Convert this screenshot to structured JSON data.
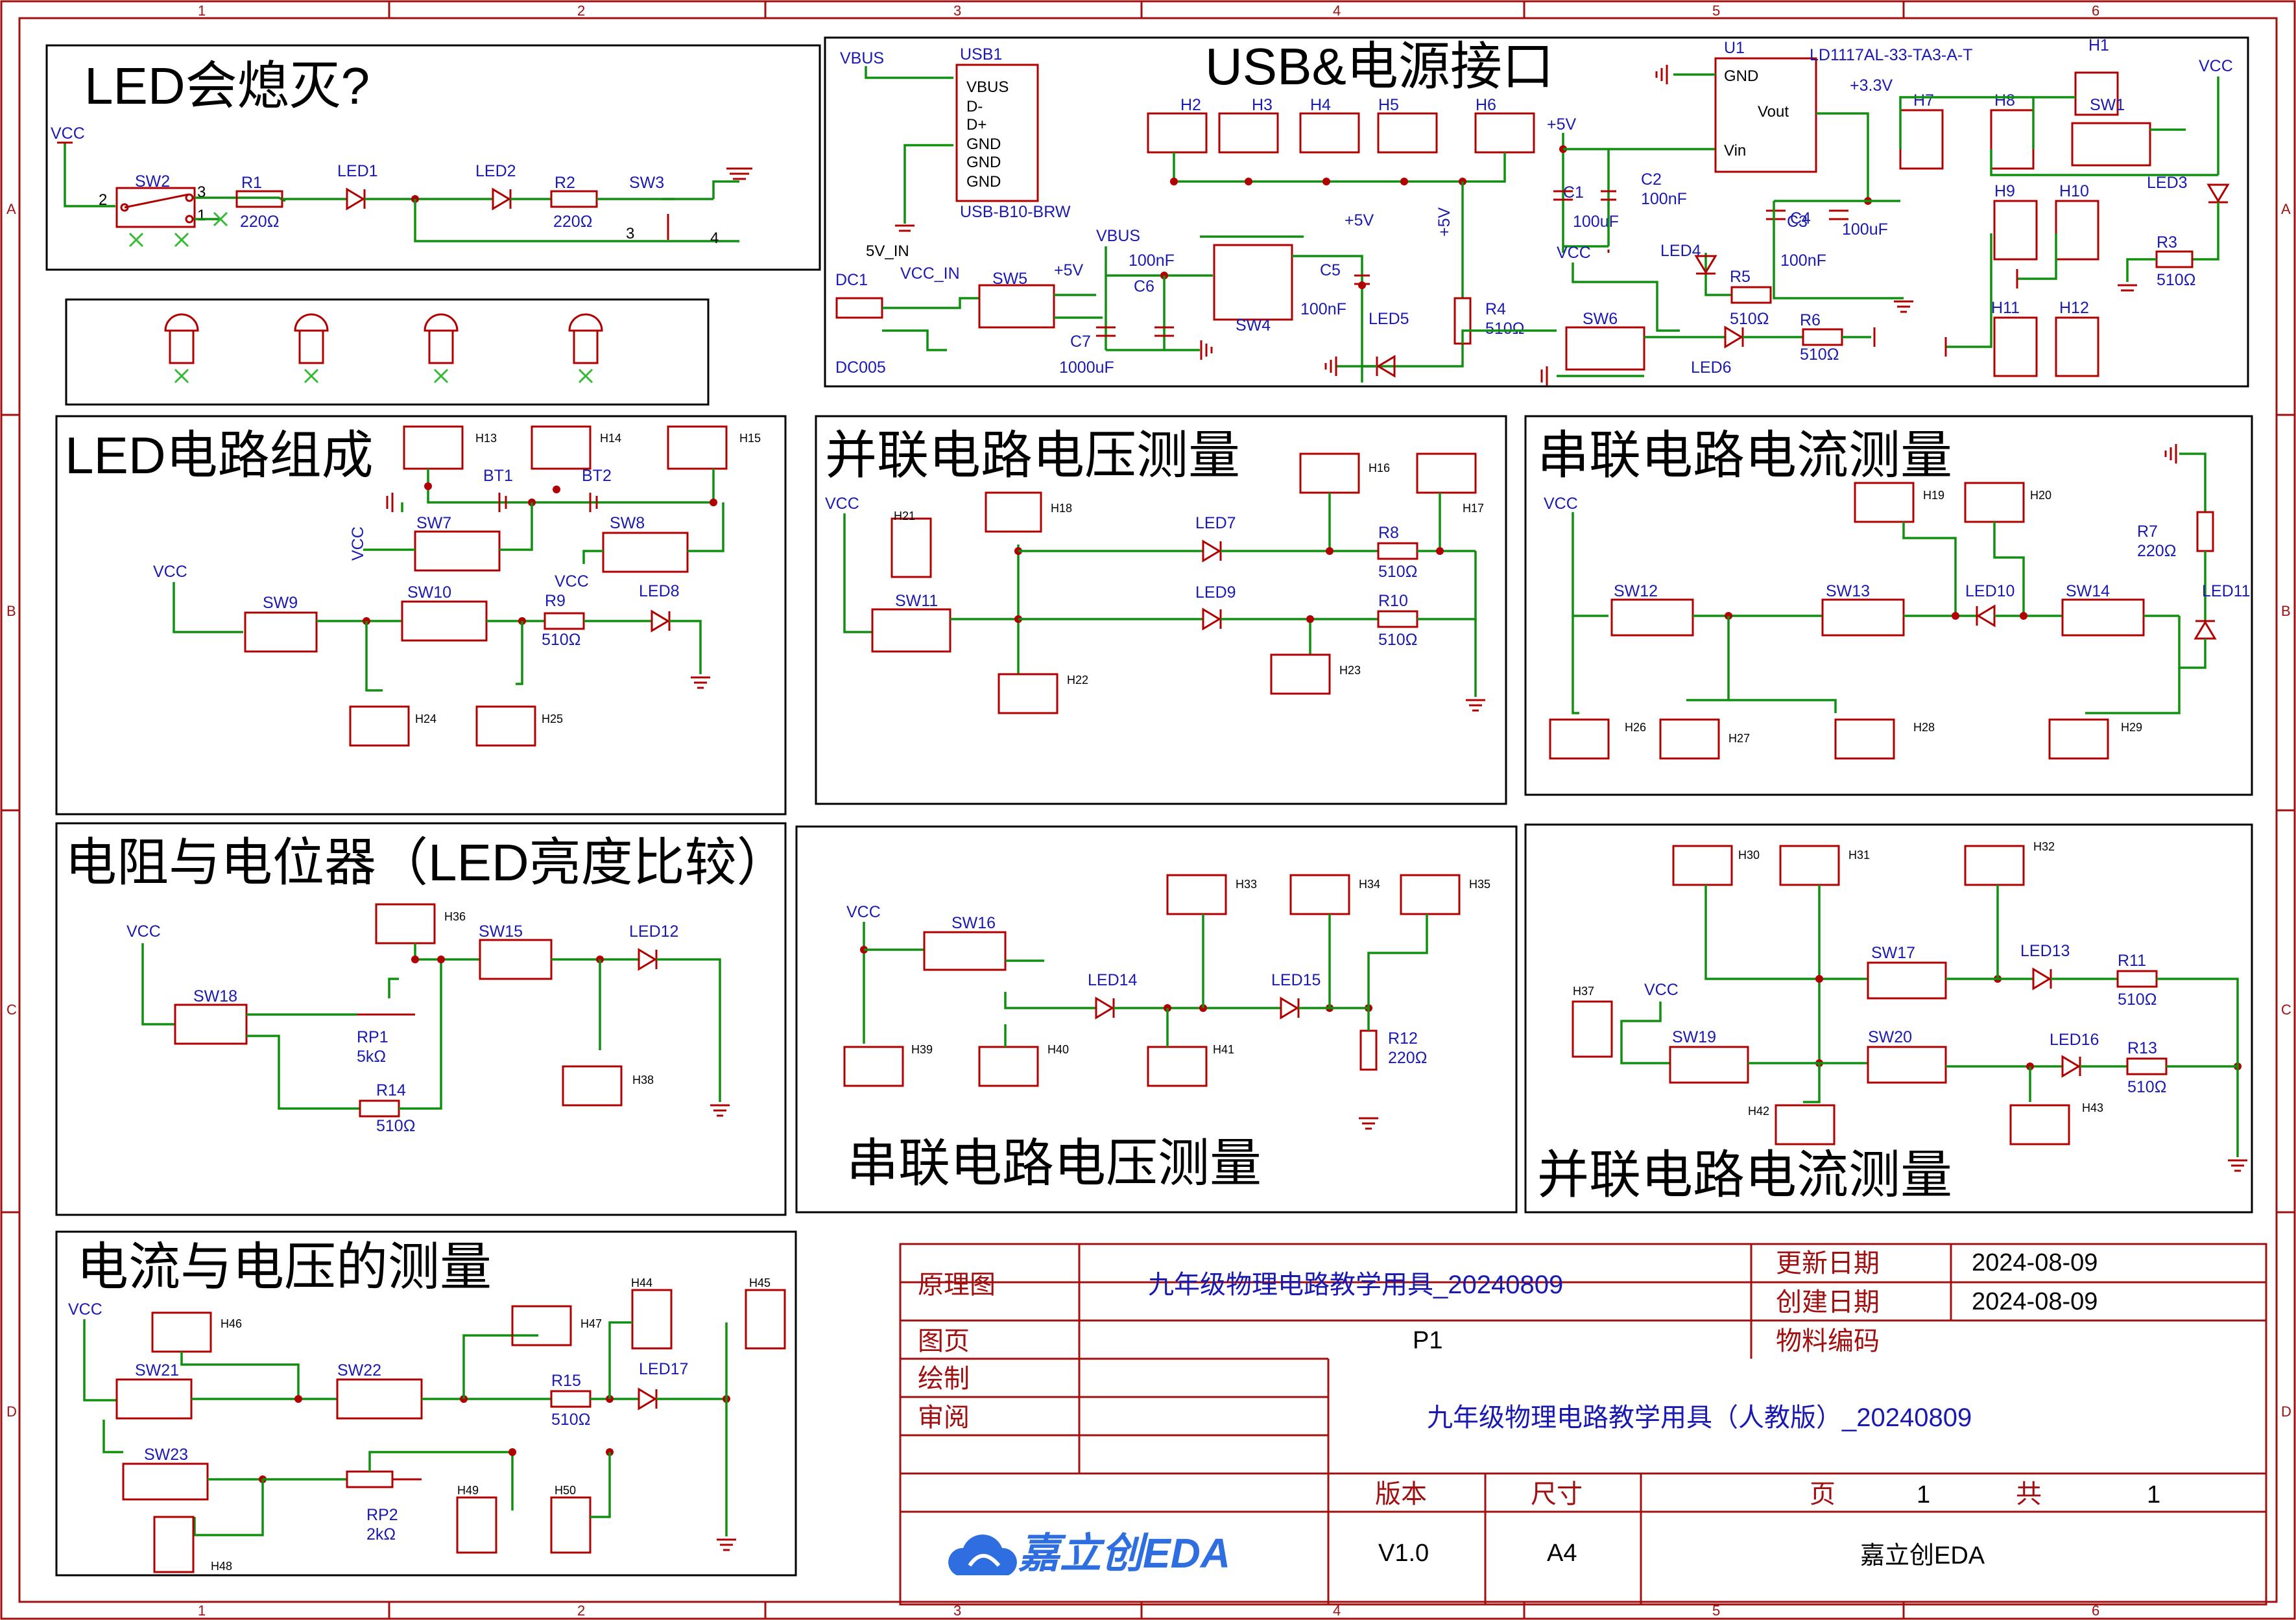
{
  "frame": {
    "cols": [
      "1",
      "2",
      "3",
      "4",
      "5",
      "6"
    ],
    "rows": [
      "A",
      "B",
      "C",
      "D"
    ]
  },
  "blocks": {
    "led_off": {
      "title": "LED会熄灭?"
    },
    "usb": {
      "title": "USB&电源接口"
    },
    "led_circuit": {
      "title": "LED电路组成"
    },
    "parallel_voltage": {
      "title": "并联电路电压测量"
    },
    "series_current": {
      "title": "串联电路电流测量"
    },
    "resistor_pot": {
      "title": "电阻与电位器（LED亮度比较）"
    },
    "series_voltage": {
      "title": "串联电路电压测量"
    },
    "parallel_current": {
      "title": "并联电路电流测量"
    },
    "current_voltage": {
      "title": "电流与电压的测量"
    }
  },
  "labels": {
    "vcc": "VCC",
    "vbus": "VBUS",
    "p5v": "+5V",
    "p3v3": "+3.3V",
    "5v_in": "5V_IN",
    "vcc_in": "VCC_IN",
    "sw2": "SW2",
    "r1": "R1",
    "r1v": "220Ω",
    "led1": "LED1",
    "led2": "LED2",
    "r2": "R2",
    "r2v": "220Ω",
    "sw3": "SW3",
    "usb1": "USB1",
    "usb_vbus": "VBUS",
    "usb_dm": "D-",
    "usb_dp": "D+",
    "usb_gnd": "GND",
    "usb_part": "USB-B10-BRW",
    "dc1": "DC1",
    "dc005": "DC005",
    "sw5": "SW5",
    "c7": "C7",
    "c7v": "1000uF",
    "c6": "C6",
    "c6v": "100nF",
    "sw4": "SW4",
    "c5": "C5",
    "c5v": "100nF",
    "led5": "LED5",
    "r4": "R4",
    "r4v": "510Ω",
    "h2": "H2",
    "h3": "H3",
    "h4": "H4",
    "h5": "H5",
    "h6": "H6",
    "u1": "U1",
    "u1_gnd": "GND",
    "u1_vout": "Vout",
    "u1_vin": "Vin",
    "u1_part": "LD1117AL-33-TA3-A-T",
    "c1": "C1",
    "c1v": "100uF",
    "c2": "C2",
    "c2v": "100nF",
    "c3": "C3",
    "c3v": "100nF",
    "c4": "C4",
    "c4v": "100uF",
    "led4": "LED4",
    "r5": "R5",
    "r5v": "510Ω",
    "sw6": "SW6",
    "led6": "LED6",
    "r6": "R6",
    "r6v": "510Ω",
    "h1": "H1",
    "h7": "H7",
    "h8": "H8",
    "sw1": "SW1",
    "led3": "LED3",
    "r3": "R3",
    "r3v": "510Ω",
    "h9": "H9",
    "h10": "H10",
    "h11": "H11",
    "h12": "H12",
    "h13": "H13",
    "h14": "H14",
    "h15": "H15",
    "bt1": "BT1",
    "bt2": "BT2",
    "sw7": "SW7",
    "sw8": "SW8",
    "sw9": "SW9",
    "sw10": "SW10",
    "r9": "R9",
    "r9v": "510Ω",
    "led8": "LED8",
    "h24": "H24",
    "h25": "H25",
    "h16": "H16",
    "h17": "H17",
    "h18": "H18",
    "h21": "H21",
    "sw11": "SW11",
    "led7": "LED7",
    "led9": "LED9",
    "r8": "R8",
    "r8v": "510Ω",
    "r10": "R10",
    "r10v": "510Ω",
    "h22": "H22",
    "h23": "H23",
    "h19": "H19",
    "h20": "H20",
    "sw12": "SW12",
    "sw13": "SW13",
    "led10": "LED10",
    "sw14": "SW14",
    "led11": "LED11",
    "r7": "R7",
    "r7v": "220Ω",
    "h26": "H26",
    "h27": "H27",
    "h28": "H28",
    "h29": "H29",
    "h36": "H36",
    "sw15": "SW15",
    "led12": "LED12",
    "sw18": "SW18",
    "rp1": "RP1",
    "rp1v": "5kΩ",
    "r14": "R14",
    "r14v": "510Ω",
    "h38": "H38",
    "sw16": "SW16",
    "h33": "H33",
    "h34": "H34",
    "h35": "H35",
    "led14": "LED14",
    "led15": "LED15",
    "r12": "R12",
    "r12v": "220Ω",
    "h39": "H39",
    "h40": "H40",
    "h41": "H41",
    "h30": "H30",
    "h31": "H31",
    "h32": "H32",
    "h37": "H37",
    "sw17": "SW17",
    "led13": "LED13",
    "r11": "R11",
    "r11v": "510Ω",
    "sw19": "SW19",
    "sw20": "SW20",
    "led16": "LED16",
    "r13": "R13",
    "r13v": "510Ω",
    "h42": "H42",
    "h43": "H43",
    "h46": "H46",
    "h47": "H47",
    "h44": "H44",
    "h45": "H45",
    "sw21": "SW21",
    "sw22": "SW22",
    "r15": "R15",
    "r15v": "510Ω",
    "led17": "LED17",
    "sw23": "SW23",
    "rp2": "RP2",
    "rp2v": "2kΩ",
    "h48": "H48",
    "h49": "H49",
    "h50": "H50"
  },
  "title_block": {
    "label_schematic": "原理图",
    "title": "九年级物理电路教学用具_20240809",
    "label_updated": "更新日期",
    "updated": "2024-08-09",
    "label_created": "创建日期",
    "created": "2024-08-09",
    "label_page": "图页",
    "page": "P1",
    "label_material": "物料编码",
    "label_drawn": "绘制",
    "label_review": "审阅",
    "project": "九年级物理电路教学用具（人教版）_20240809",
    "label_version": "版本",
    "version": "V1.0",
    "label_size": "尺寸",
    "size": "A4",
    "label_pg": "页",
    "pg": "1",
    "label_total": "共",
    "total": "1",
    "company": "嘉立创EDA",
    "logo_text": "嘉立创EDA"
  },
  "colors": {
    "frame": "#a01010",
    "wire": "#109010",
    "part": "#b00000",
    "text_blue": "#1a1ab0",
    "label": "#000080",
    "pin": "#000000",
    "noconnect": "#33bb33"
  }
}
